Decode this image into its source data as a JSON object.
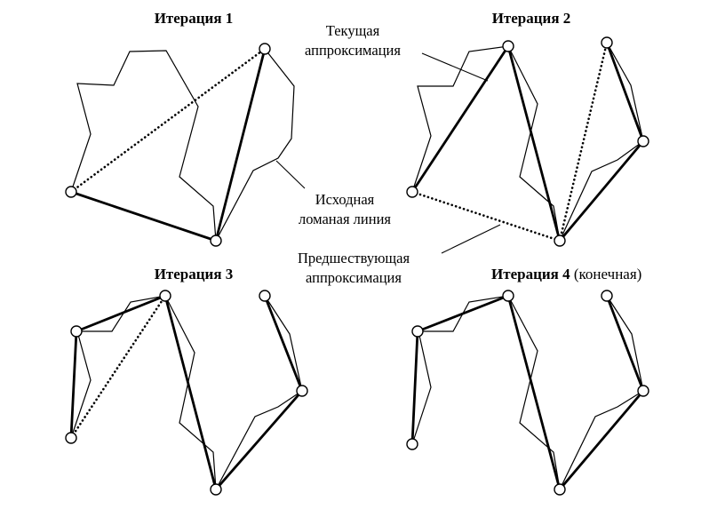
{
  "figure": {
    "panels": [
      {
        "title": "Итерация 1",
        "suffix": ""
      },
      {
        "title": "Итерация 2",
        "suffix": ""
      },
      {
        "title": "Итерация 3",
        "suffix": ""
      },
      {
        "title": "Итерация 4",
        "suffix": " (конечная)"
      }
    ],
    "labels": {
      "current": [
        "Текущая",
        "аппроксимация"
      ],
      "original": [
        "Исходная",
        "ломаная линия"
      ],
      "previous": [
        "Предшествующая",
        "аппроксимация"
      ]
    }
  }
}
